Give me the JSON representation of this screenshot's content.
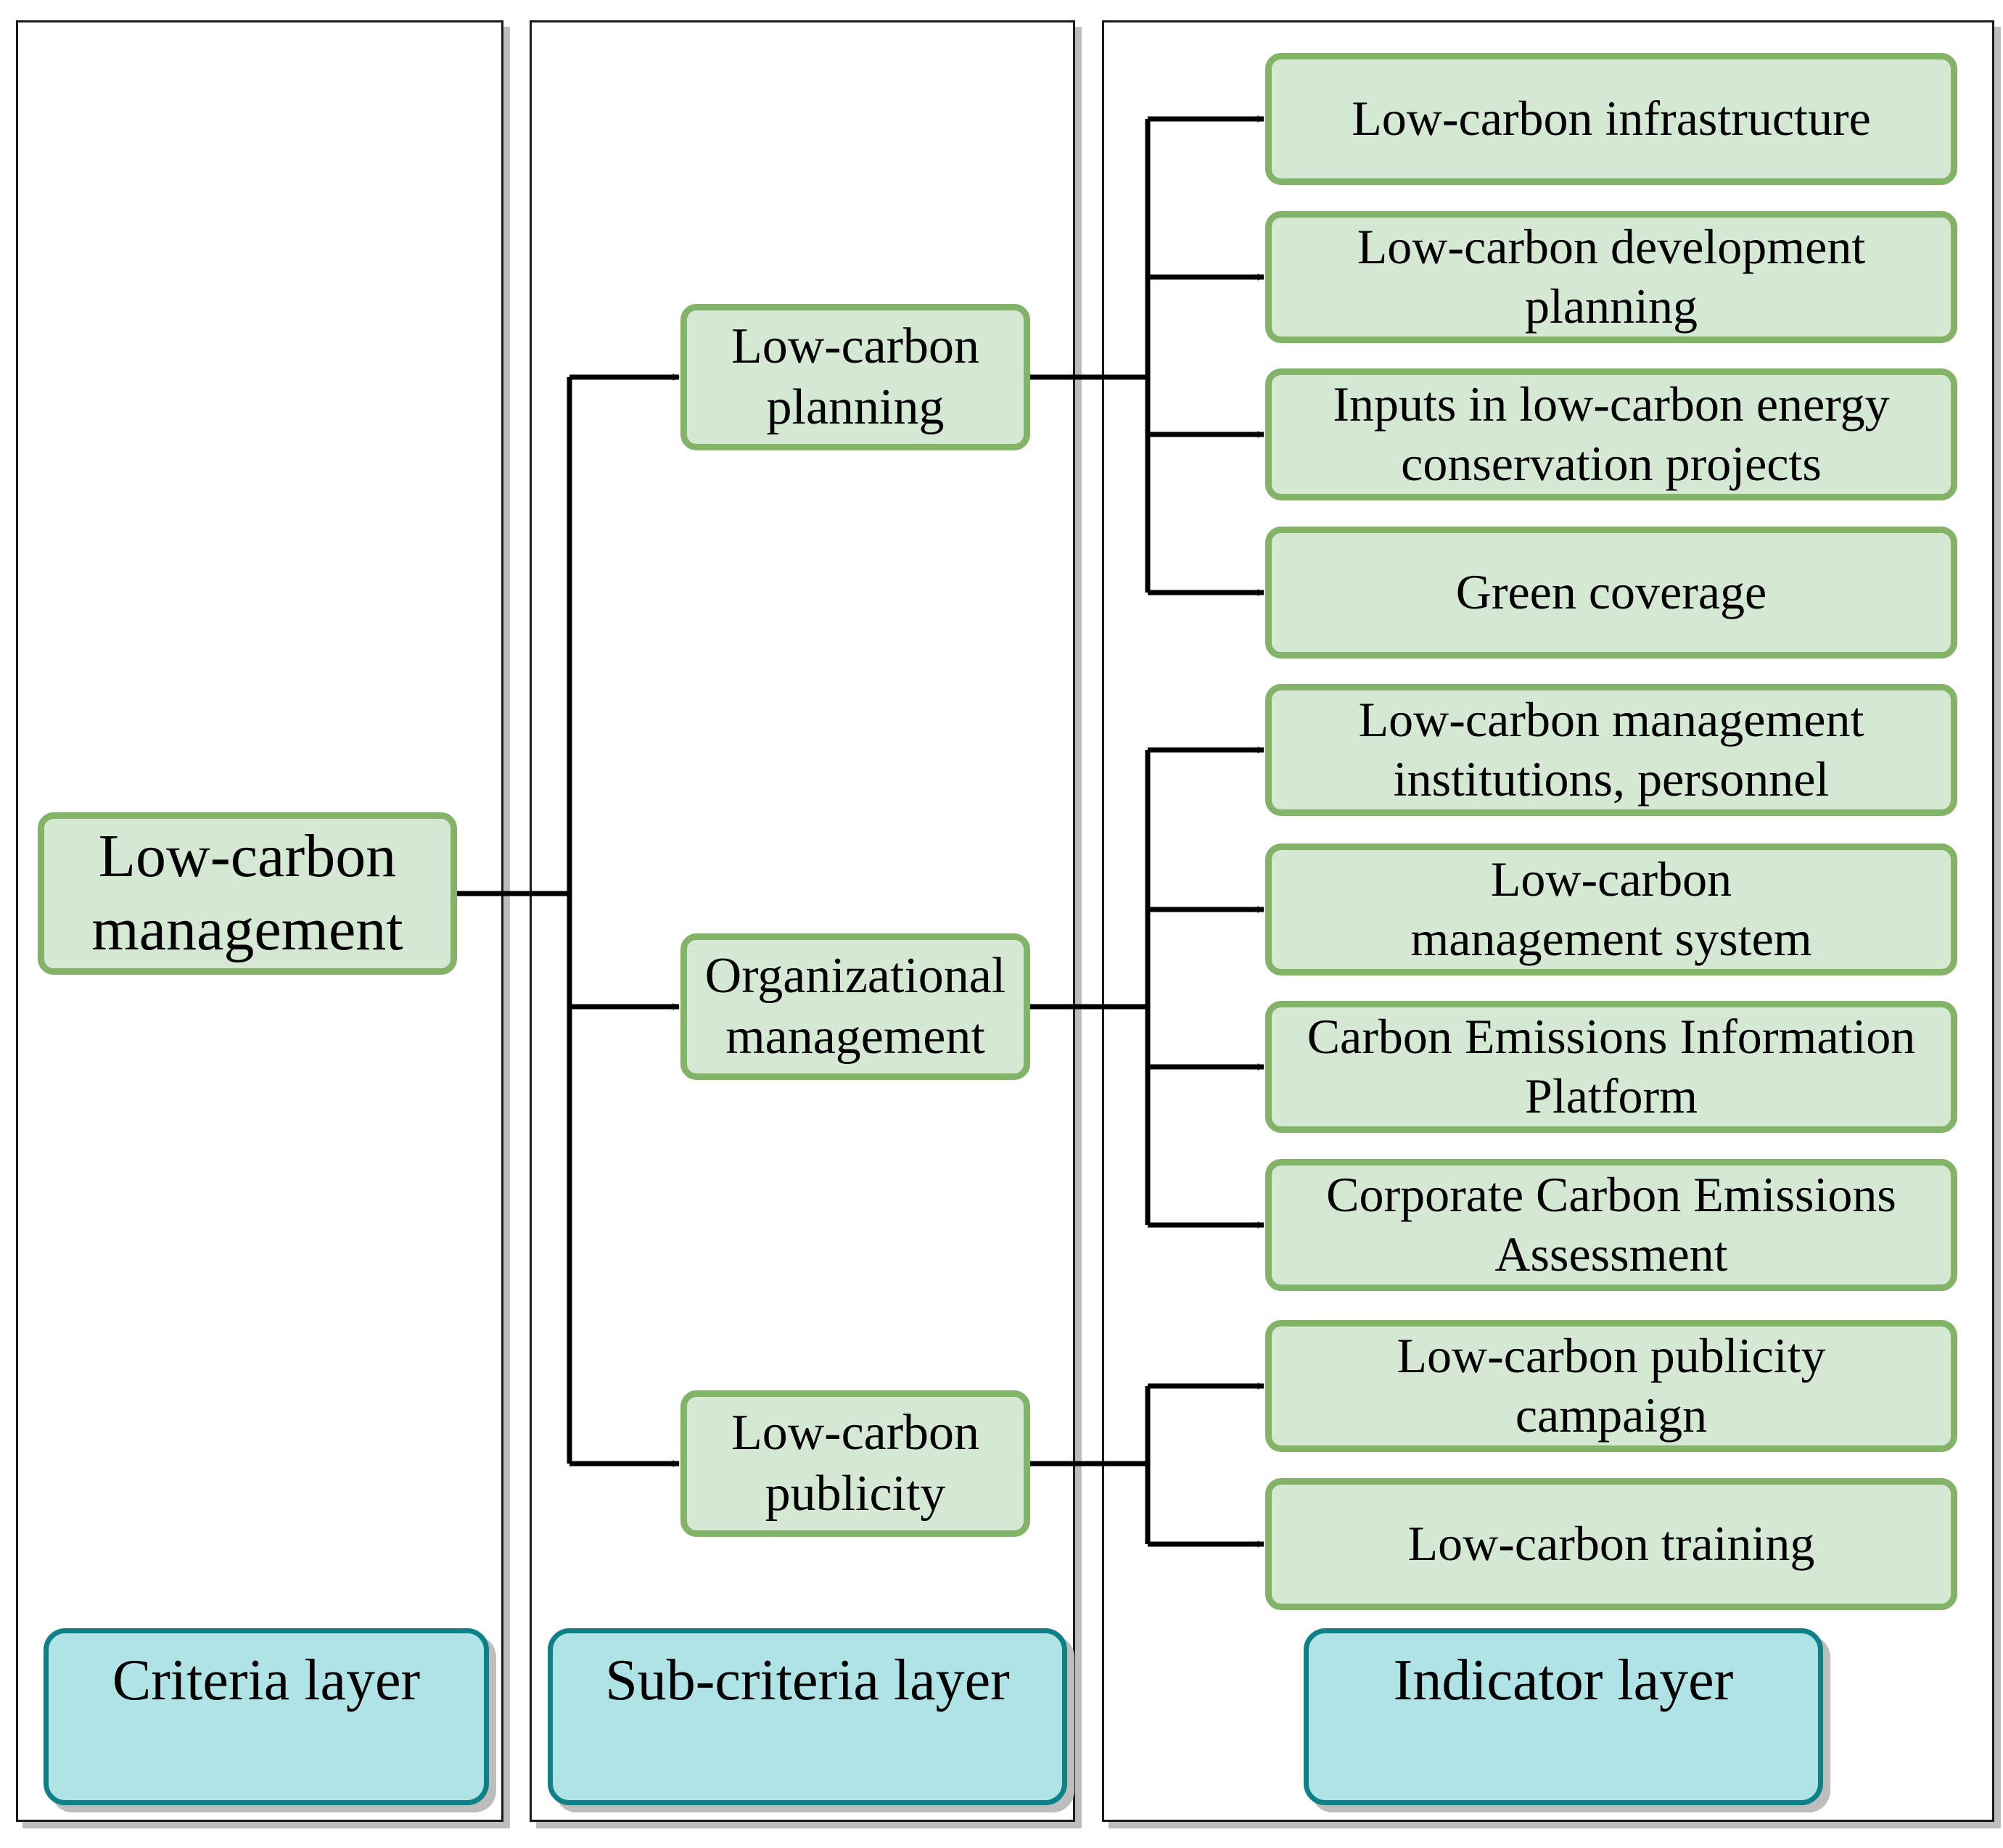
{
  "layers": {
    "criteria": "Criteria layer",
    "subcriteria": "Sub-criteria layer",
    "indicator": "Indicator layer"
  },
  "criteria": {
    "label": "Low-carbon management"
  },
  "subcriteria": [
    {
      "label": "Low-carbon planning"
    },
    {
      "label": "Organizational management"
    },
    {
      "label": "Low-carbon publicity"
    }
  ],
  "indicators": [
    {
      "label": "Low-carbon infrastructure",
      "parent": 0
    },
    {
      "label": "Low-carbon development planning",
      "parent": 0
    },
    {
      "label": "Inputs in low-carbon energy conservation projects",
      "parent": 0
    },
    {
      "label": "Green coverage",
      "parent": 0
    },
    {
      "label": "Low-carbon management institutions, personnel",
      "parent": 1
    },
    {
      "label": "Low-carbon management system",
      "parent": 1
    },
    {
      "label": "Carbon Emissions Information Platform",
      "parent": 1
    },
    {
      "label": "Corporate Carbon Emissions Assessment",
      "parent": 1
    },
    {
      "label": "Low-carbon publicity campaign",
      "parent": 2
    },
    {
      "label": "Low-carbon training",
      "parent": 2
    }
  ],
  "colors": {
    "node_fill": "#d5e8d4",
    "node_border": "#82b366",
    "layer_fill": "#b0e3e6",
    "layer_border": "#0e8088"
  }
}
